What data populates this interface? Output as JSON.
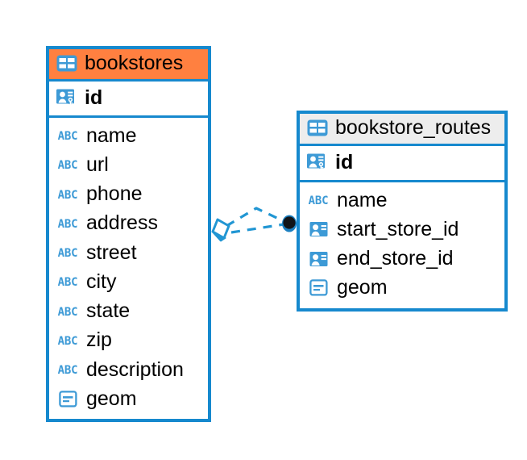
{
  "diagram": {
    "type": "er-diagram",
    "background": "#ffffff",
    "accent_color": "#1689ce",
    "highlight_color": "#ff8040",
    "header_grey": "#ededed",
    "icon_blue": "#3d9ad6"
  },
  "entities": [
    {
      "name": "bookstores",
      "header_style": "orange",
      "header_icon": "table-grid-icon",
      "primary_key": {
        "label": "id",
        "icon": "primary-key-icon"
      },
      "columns": [
        {
          "label": "name",
          "icon": "text-type-icon"
        },
        {
          "label": "url",
          "icon": "text-type-icon"
        },
        {
          "label": "phone",
          "icon": "text-type-icon"
        },
        {
          "label": "address",
          "icon": "text-type-icon"
        },
        {
          "label": "street",
          "icon": "text-type-icon"
        },
        {
          "label": "city",
          "icon": "text-type-icon"
        },
        {
          "label": "state",
          "icon": "text-type-icon"
        },
        {
          "label": "zip",
          "icon": "text-type-icon"
        },
        {
          "label": "description",
          "icon": "text-type-icon"
        },
        {
          "label": "geom",
          "icon": "geometry-type-icon"
        }
      ]
    },
    {
      "name": "bookstore_routes",
      "header_style": "grey",
      "header_icon": "table-grid-icon",
      "primary_key": {
        "label": "id",
        "icon": "primary-key-icon"
      },
      "columns": [
        {
          "label": "name",
          "icon": "text-type-icon"
        },
        {
          "label": "start_store_id",
          "icon": "foreign-key-icon"
        },
        {
          "label": "end_store_id",
          "icon": "foreign-key-icon"
        },
        {
          "label": "geom",
          "icon": "geometry-type-icon"
        }
      ]
    }
  ],
  "relationship": {
    "line_style": "dashed",
    "line_color": "#2196d3",
    "source_marker": "rhombus-marker",
    "target_marker": "filled-circle-marker"
  },
  "icon_glyphs": {
    "text_type_label": "ABC"
  }
}
